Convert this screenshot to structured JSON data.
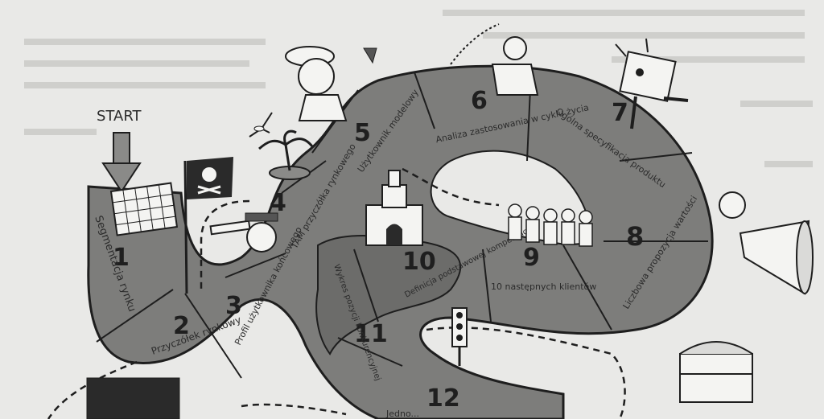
{
  "start_label": "START",
  "steps": [
    {
      "num": "1",
      "label": "Segmentacja rynku"
    },
    {
      "num": "2",
      "label": "Przyczółek rynkowy"
    },
    {
      "num": "3",
      "label": "Profil użytkownika końcowego"
    },
    {
      "num": "4",
      "label": "TAM przyczółka rynkowego"
    },
    {
      "num": "5",
      "label": "Użytkownik modelowy"
    },
    {
      "num": "6",
      "label": "Analiza zastosowania w cyklu życia"
    },
    {
      "num": "7",
      "label": "Ogólna specyfikacja produktu"
    },
    {
      "num": "8",
      "label": "Liczbowa propozycja wartości"
    },
    {
      "num": "9",
      "label": "10 następnych klientów"
    },
    {
      "num": "10",
      "label": "Definicja podstawowej kompetencji"
    },
    {
      "num": "11",
      "label": "Wykres pozycji konkurencyjnej"
    },
    {
      "num": "12",
      "label": "Jedno..."
    }
  ],
  "colors": {
    "board": "#7d7d7b",
    "board_dark": "#5a5a58",
    "paper": "#e9e9e7",
    "ink": "#1e1e1e"
  },
  "icons": [
    "arrow-down-icon",
    "calendar-icon",
    "pirate-flag-icon",
    "telescope-icon",
    "palm-island-icon",
    "castle-icon",
    "explorer-icon",
    "jack-in-the-box-icon",
    "robot-icon",
    "megaphone-icon",
    "treasure-chest-icon",
    "traffic-light-icon",
    "bird-icon"
  ]
}
